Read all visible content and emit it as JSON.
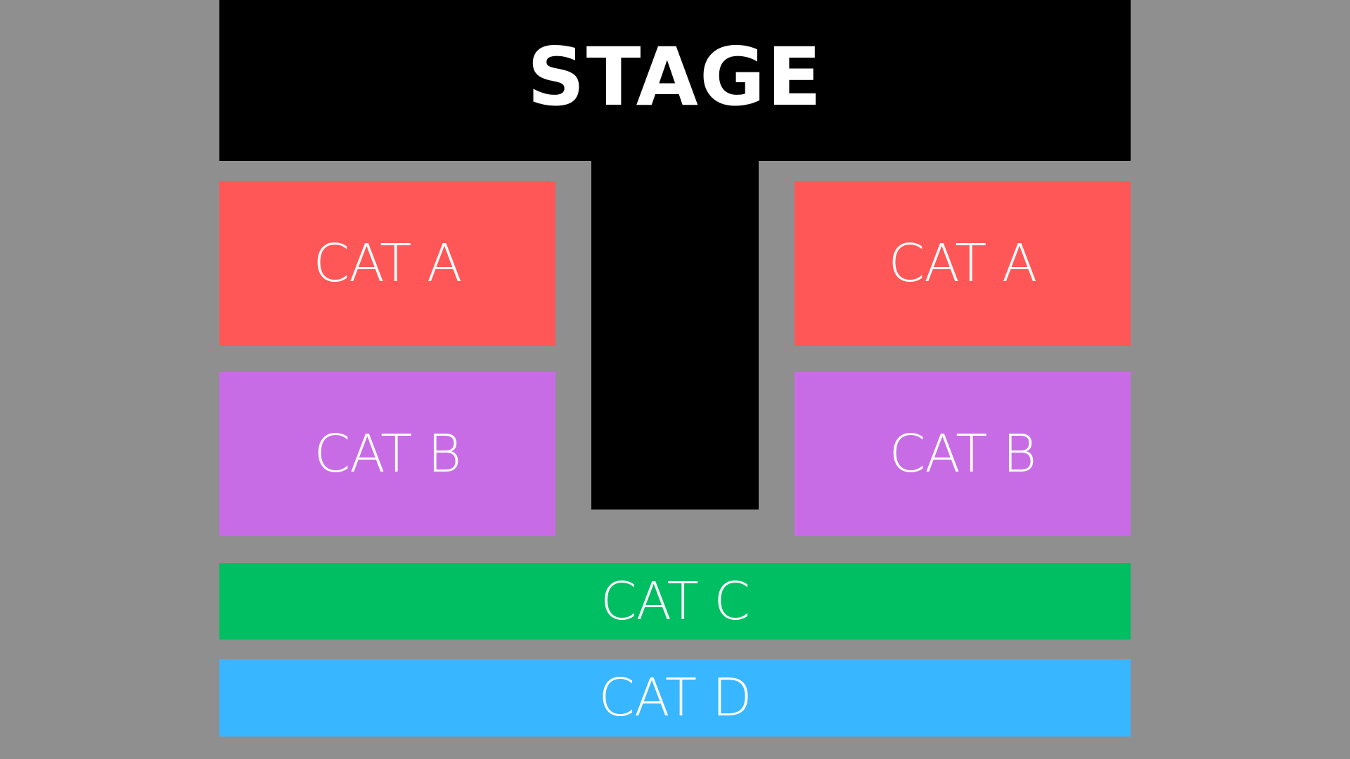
{
  "stage": {
    "label": "STAGE",
    "color": "#000000"
  },
  "runway": {
    "color": "#000000"
  },
  "sections": {
    "cat_a": {
      "label": "CAT A",
      "color": "#ff5757"
    },
    "cat_b": {
      "label": "CAT B",
      "color": "#c86ce6"
    },
    "cat_c": {
      "label": "CAT C",
      "color": "#00bf63"
    },
    "cat_d": {
      "label": "CAT D",
      "color": "#38b6ff"
    }
  },
  "background_color": "#8f8f8f"
}
